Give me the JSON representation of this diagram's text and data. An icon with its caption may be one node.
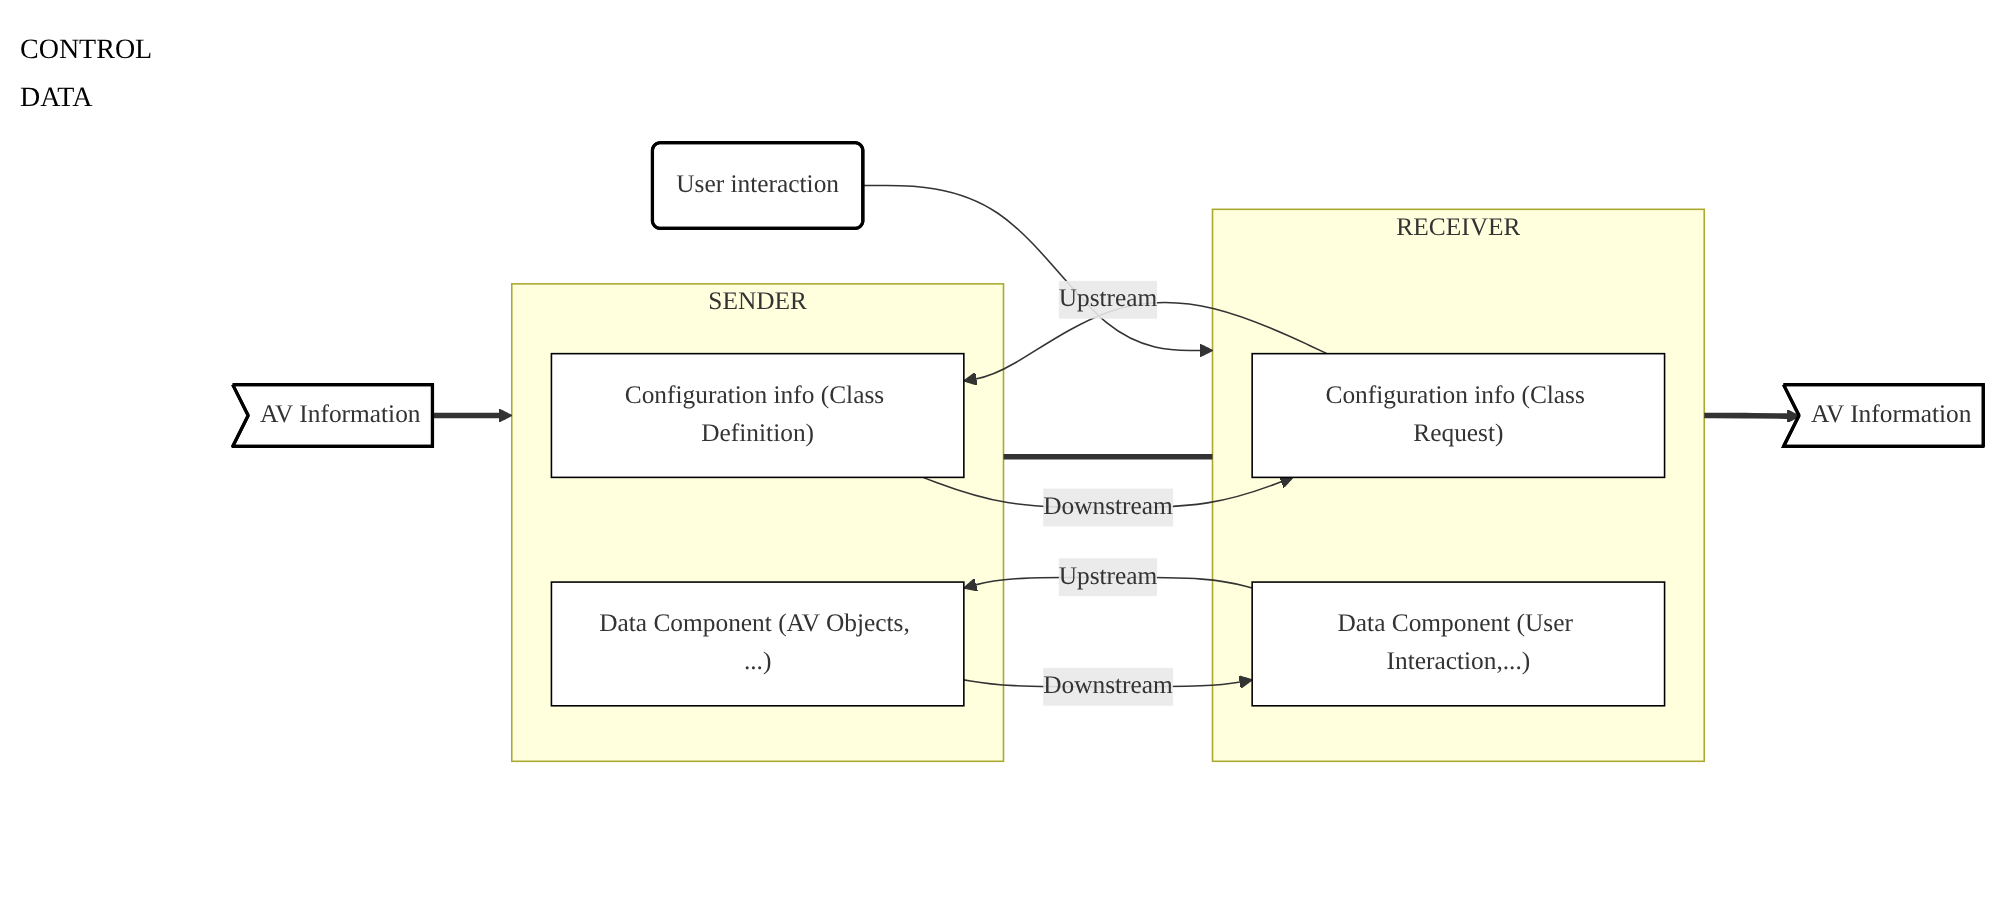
{
  "diagram": {
    "nodes": [
      {
        "text": [
          "AV Information"
        ]
      },
      {
        "text": [
          "SENDER"
        ]
      },
      {
        "text": [
          "Configuration info (Class Definition)"
        ],
        "in": 1
      },
      {
        "text": [
          "Data Component (AV Objects, ...)"
        ],
        "in": 1
      },
      {
        "text": [
          "RECEIVER"
        ]
      },
      {
        "text": [
          "Configuration info (Class Request)"
        ],
        "in": 4
      },
      {
        "text": [
          "Data Component (User Interaction,...)"
        ],
        "in": 4
      },
      {
        "text": [
          "AV Information"
        ]
      },
      {
        "text": [
          "User interaction"
        ]
      }
    ],
    "edges": [
      {
        "from": 0,
        "to": 1,
        "arrow": "to",
        "style": "thick"
      },
      {
        "from": 2,
        "to": 5,
        "arrow": "to",
        "label": "Downstream"
      },
      {
        "from": 5,
        "to": 2,
        "arrow": "to",
        "label": "Upstream"
      },
      {
        "from": 1,
        "to": 4,
        "arrow": "none",
        "style": "thick"
      },
      {
        "from": 3,
        "to": 6,
        "arrow": "to",
        "label": "Downstream"
      },
      {
        "from": 6,
        "to": 3,
        "arrow": "to",
        "label": "Upstream"
      },
      {
        "from": 4,
        "to": 7,
        "arrow": "to",
        "style": "thick"
      },
      {
        "from": 8,
        "to": 4,
        "arrow": "to"
      }
    ],
    "labels": [
      "CONTROL",
      "DATA"
    ]
  }
}
